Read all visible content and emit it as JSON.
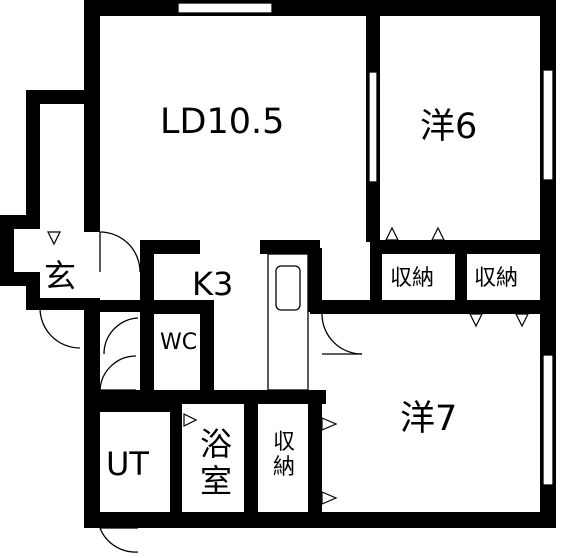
{
  "floorplan": {
    "rooms": {
      "ld": "LD10.5",
      "western_6": "洋6",
      "western_7": "洋7",
      "kitchen": "K3",
      "entrance": "玄",
      "wc": "WC",
      "bath": "浴室",
      "utility": "UT",
      "storage_1": "収納",
      "storage_2": "収納",
      "storage_3": "収納"
    }
  }
}
